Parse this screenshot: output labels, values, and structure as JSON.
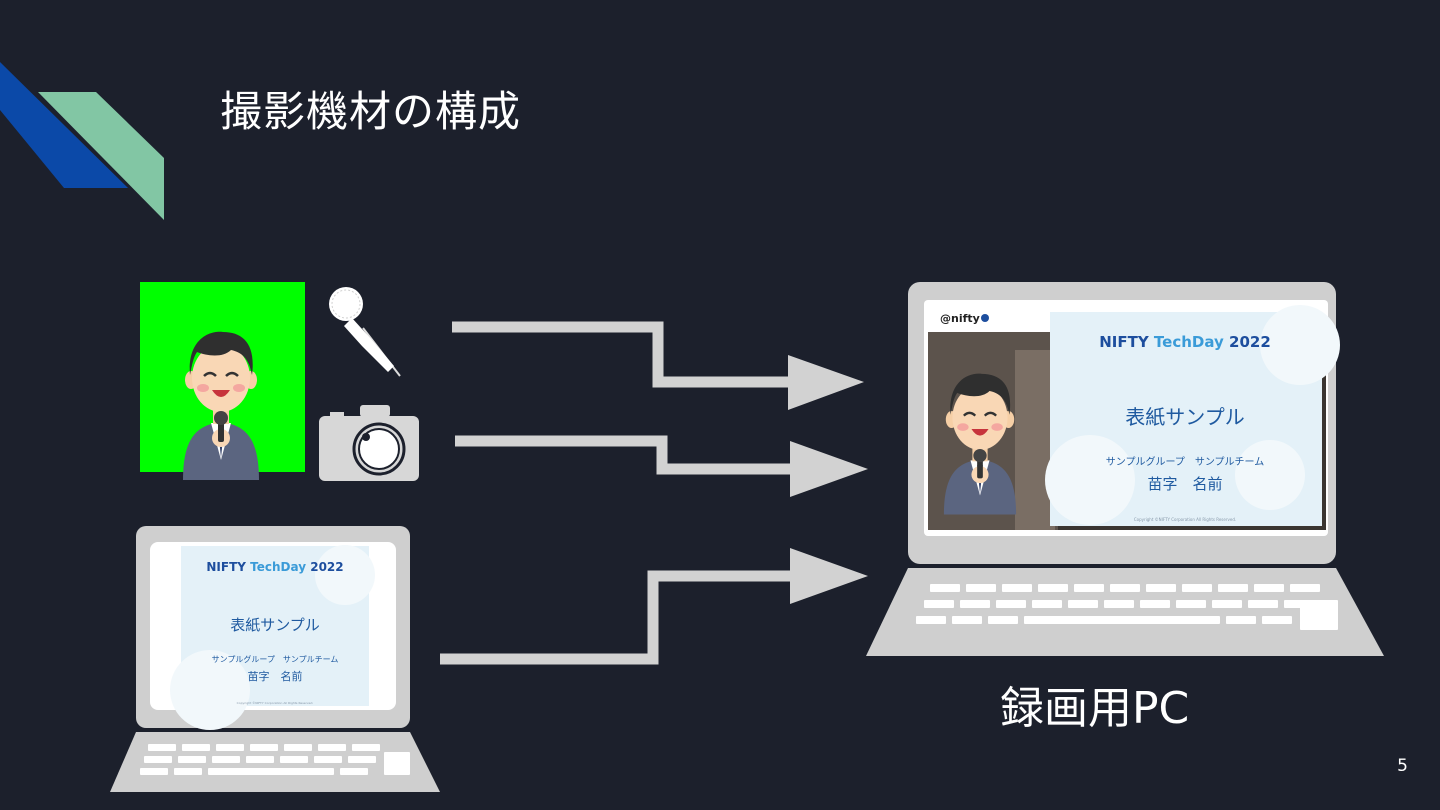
{
  "slide": {
    "title": "撮影機材の構成",
    "page_number": "5",
    "recording_pc_label": "録画用PC"
  },
  "slide_thumbnail": {
    "event_title_a": "NIFTY",
    "event_title_b": "TechDay",
    "event_year": "2022",
    "cover_title": "表紙サンプル",
    "group_line": "サンプルグループ　サンプルチーム",
    "name_line": "苗字　名前",
    "copyright": "Copyright ©NIFTY Corporation All Rights Reserved."
  },
  "composite": {
    "brand_logo": "@nifty"
  },
  "colors": {
    "background": "#1c202c",
    "accent_blue": "#0b49a8",
    "accent_green": "#82c6a4",
    "chroma_green": "#00ff00",
    "device_gray": "#cfcfcf",
    "arrow_gray": "#d2d2d2",
    "title_blue": "#1d4e9e",
    "name_blue": "#1f5aa0"
  },
  "icons": [
    "microphone-icon",
    "camera-icon",
    "laptop-icon",
    "presenter-illustration",
    "arrow-icon"
  ]
}
